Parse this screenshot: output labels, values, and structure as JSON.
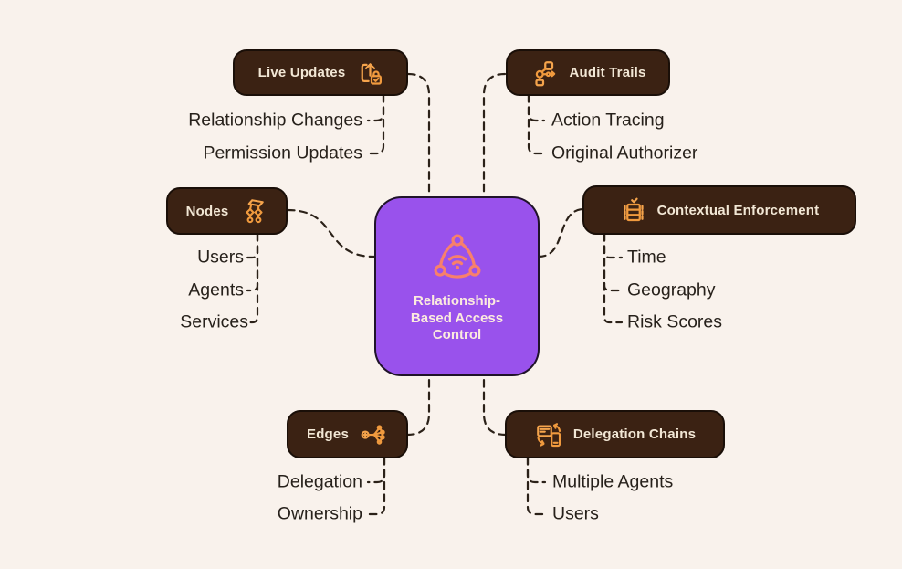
{
  "title": "Relationship-Based Access Control mind map",
  "center": {
    "label": "Relationship-\nBased Access\nControl",
    "icon": "network-signal-icon",
    "fill": "#9952ec",
    "icon_color": "#f8806b",
    "text_color": "#fcebdf"
  },
  "branches": [
    {
      "label": "Live Updates",
      "icon": "upload-lock-icon",
      "leaves": [
        "Relationship Changes",
        "Permission Updates"
      ]
    },
    {
      "label": "Audit Trails",
      "icon": "flow-trace-icon",
      "leaves": [
        "Action Tracing",
        "Original Authorizer"
      ]
    },
    {
      "label": "Nodes",
      "icon": "hierarchy-icon",
      "leaves": [
        "Users",
        "Agents",
        "Services"
      ]
    },
    {
      "label": "Contextual Enforcement",
      "icon": "validated-stack-icon",
      "leaves": [
        "Time",
        "Geography",
        "Risk Scores"
      ]
    },
    {
      "label": "Edges",
      "icon": "graph-add-icon",
      "leaves": [
        "Delegation",
        "Ownership"
      ]
    },
    {
      "label": "Delegation Chains",
      "icon": "device-handoff-icon",
      "leaves": [
        "Multiple Agents",
        "Users"
      ]
    }
  ],
  "colors": {
    "background": "#f9f2ec",
    "pill_background": "#3b2213",
    "pill_border": "#1a0f08",
    "pill_text": "#f2e7d5",
    "icon_orange": "#f09a3e",
    "icon_orange_light": "#f5a44c",
    "center_fill": "#9952ec",
    "center_icon_coral": "#f8806b",
    "leaf_text": "#27211b",
    "connector": "#2b2118"
  }
}
